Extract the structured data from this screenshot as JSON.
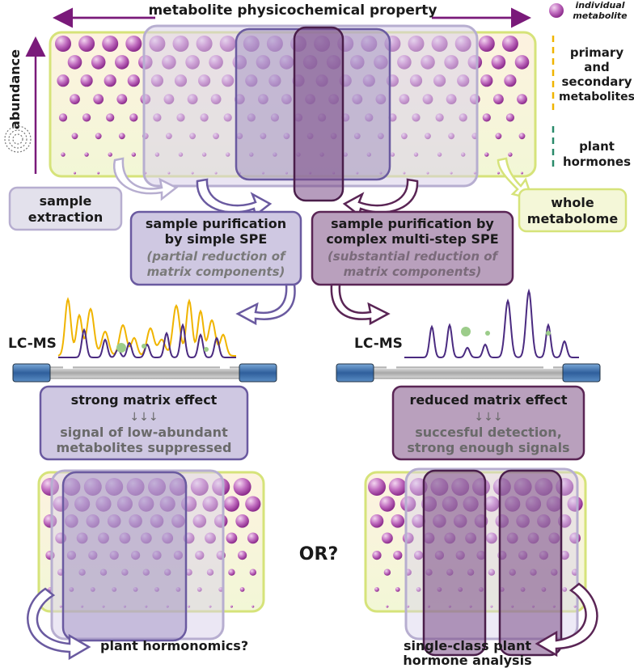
{
  "colors": {
    "purple_dark": "#6a1b6a",
    "purple_mid": "#8a5a9a",
    "lavender": "#c9c2df",
    "lavender_border": "#6a5aa0",
    "mauve_fill": "#b9a0bd",
    "mauve_border": "#5a2555",
    "yellow_green_border": "#d6e37a",
    "yellow_green_fill": "#f4f7d8",
    "cream": "#fdf7e4",
    "orange_trace": "#f0b400",
    "purple_trace": "#4a2a80",
    "green_dot": "#9ccc8a",
    "column_blue": "#3c70b0"
  },
  "header": {
    "axis_x_label": "metabolite physicochemical property",
    "axis_y_label": "abundance"
  },
  "legend": {
    "individual_line1": "individual",
    "individual_line2": "metabolite",
    "primary_line1": "primary",
    "primary_line2": "and",
    "primary_line3": "secondary",
    "primary_line4": "metabolites",
    "hormones_line1": "plant",
    "hormones_line2": "hormones"
  },
  "boxes": {
    "sample_extraction_1": "sample",
    "sample_extraction_2": "extraction",
    "whole_metabolome_1": "whole",
    "whole_metabolome_2": "metabolome",
    "simple_spe_1": "sample purification",
    "simple_spe_2": "by simple SPE",
    "simple_spe_3": "(partial reduction of",
    "simple_spe_4": "matrix components)",
    "complex_spe_1": "sample purification by",
    "complex_spe_2": "complex multi-step SPE",
    "complex_spe_3": "(substantial reduction of",
    "complex_spe_4": "matrix components)",
    "strong_1": "strong matrix effect",
    "strong_2": "↓↓↓",
    "strong_3": "signal of low-abundant",
    "strong_4": "metabolites suppressed",
    "reduced_1": "reduced matrix effect",
    "reduced_2": "↓↓↓",
    "reduced_3": "succesful detection,",
    "reduced_4": "strong enough signals"
  },
  "lcms_left": "LC-MS",
  "lcms_right": "LC-MS",
  "or_text": "OR?",
  "outcome_left": "plant hormonomics?",
  "outcome_right_1": "single-class plant",
  "outcome_right_2": "hormone analysis"
}
